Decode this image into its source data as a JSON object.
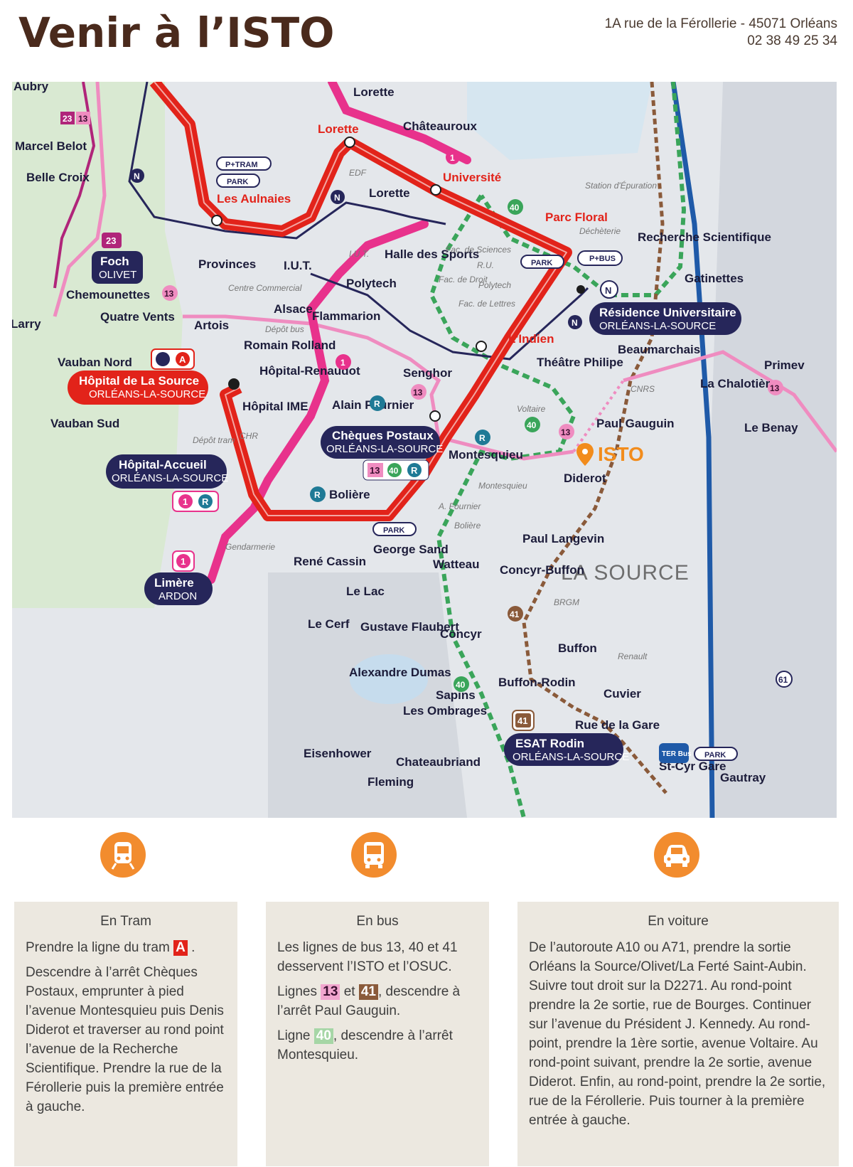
{
  "header": {
    "title": "Venir à l’ISTO",
    "address_line1": "1A rue de la Férollerie - 45071 Orléans",
    "address_line2": "02 38 49 25 34"
  },
  "map": {
    "area_label": "LA SOURCE",
    "isto_label": "ISTO",
    "colors": {
      "tram_red": "#e2231a",
      "line1_pink": "#e8328c",
      "line13_light_pink": "#ef8cc0",
      "line40_green": "#3aa55a",
      "line41_brown": "#8a5a3a",
      "tram_n_navy": "#26265a",
      "rail_blue": "#1f5aa8",
      "isto_orange": "#f28c1c",
      "water": "#cfe3f0",
      "park": "#d8e8d0"
    },
    "stops": {
      "aubry": "Aubry",
      "marcel_belot": "Marcel Belot",
      "belle_croix": "Belle Croix",
      "chemounettes": "Chemounettes",
      "quatre_vents": "Quatre Vents",
      "larry": "Larry",
      "vauban_nord": "Vauban Nord",
      "vauban_sud": "Vauban Sud",
      "provinces": "Provinces",
      "artois": "Artois",
      "alsace": "Alsace",
      "romain_rolland": "Romain Rolland",
      "hopital_renaudot": "Hôpital-Renaudot",
      "hopital_ime": "Hôpital IME",
      "lorette_top": "Lorette",
      "lorette_red": "Lorette",
      "lorette_mid": "Lorette",
      "chateauroux": "Châteauroux",
      "universite": "Université",
      "les_aulnaies": "Les Aulnaies",
      "parc_floral": "Parc Floral",
      "halle_des_sports": "Halle des Sports",
      "iut": "I.U.T.",
      "polytech": "Polytech",
      "flammarion": "Flammarion",
      "senghor": "Senghor",
      "alain_fournier": "Alain Fournier",
      "recherche_scientifique": "Recherche Scientifique",
      "gatinettes": "Gatinettes",
      "beaumarchais": "Beaumarchais",
      "lindien": "L'Indien",
      "theatre_philipe": "Théâtre Philipe",
      "la_chalotiere": "La Chalotière",
      "primev": "Primev",
      "le_benay": "Le Benay",
      "paul_gauguin": "Paul Gauguin",
      "montesquieu": "Montesquieu",
      "diderot": "Diderot",
      "boliere": "Bolière",
      "george_sand": "George Sand",
      "watteau": "Watteau",
      "rene_cassin": "René Cassin",
      "le_lac": "Le Lac",
      "le_cerf": "Le Cerf",
      "gustave_flaubert": "Gustave Flaubert",
      "paul_langevin": "Paul Langevin",
      "concyr_buffon": "Concyr-Buffon",
      "concyr": "Concyr",
      "buffon": "Buffon",
      "buffon_rodin": "Buffon-Rodin",
      "cuvier": "Cuvier",
      "rue_de_la_gare": "Rue de la Gare",
      "st_cyr_gare": "St-Cyr Gare",
      "gautray": "Gautray",
      "alexandre_dumas": "Alexandre Dumas",
      "sapins": "Sapins",
      "les_ombrages": "Les Ombrages",
      "eisenhower": "Eisenhower",
      "chateaubriand": "Chateaubriand",
      "fleming": "Fleming"
    },
    "cards": {
      "foch_title": "Foch",
      "foch_sub": "OLIVET",
      "hopital_source_title": "Hôpital de La Source",
      "hopital_source_sub": "ORLÉANS-LA-SOURCE",
      "hopital_accueil_title": "Hôpital-Accueil",
      "hopital_accueil_sub": "ORLÉANS-LA-SOURCE",
      "limere_title": "Limère",
      "limere_sub": "ARDON",
      "cheques_title": "Chèques Postaux",
      "cheques_sub": "ORLÉANS-LA-SOURCE",
      "residence_title": "Résidence Universitaire",
      "residence_sub": "ORLÉANS-LA-SOURCE",
      "esat_title": "ESAT Rodin",
      "esat_sub": "ORLÉANS-LA-SOURCE"
    },
    "small_labels": {
      "edf": "EDF",
      "centre_commercial": "Centre Commercial",
      "depot_bus": "Dépôt bus",
      "depot_tram": "Dépôt tram",
      "chr": "CHR",
      "cnrs": "CNRS",
      "brgm": "BRGM",
      "renault": "Renault",
      "station_epuration": "Station d'Épuration",
      "decheterie": "Déchèterie",
      "fac_sciences": "Fac. de Sciences",
      "fac_droit": "Fac. de Droit",
      "fac_lettres": "Fac. de Lettres",
      "ru": "R.U.",
      "iut_small": "I.U.T.",
      "polytech_small": "Polytech",
      "voltaire": "Voltaire",
      "montesquieu_small": "Montesquieu",
      "a_fournier": "A. Fournier",
      "boliere_small": "Bolière",
      "gendarmerie": "Gendarmerie",
      "ptram": "P+TRAM",
      "pbus": "P+BUS",
      "vpark": "PARK",
      "ter_bus": "TER Bus"
    },
    "badges": {
      "line1": "1",
      "line13": "13",
      "line23": "23",
      "line40": "40",
      "line41": "41",
      "line61": "61",
      "lineR": "R",
      "lineN": "N",
      "lineA": "A"
    }
  },
  "modes": {
    "tram": {
      "title": "En Tram",
      "text1_before": "Prendre la ligne du tram",
      "text1_after": ".",
      "badge": "A",
      "text2": "Descendre à l’arrêt Chèques Postaux, emprunter à pied l’avenue Montesquieu puis Denis Diderot et traverser au rond point l’avenue de la Recherche Scientifique. Prendre la rue de la Férollerie puis la première entrée à gauche."
    },
    "bus": {
      "title": "En bus",
      "text1": "Les lignes de bus 13, 40 et 41 desservent l’ISTO et l’OSUC.",
      "line_word": "Lignes",
      "badge13": "13",
      "and_word": "et",
      "badge41": "41",
      "text2_after": ", descendre à l’arrêt Paul Gauguin.",
      "line_word2": "Ligne",
      "badge40": "40",
      "text3_after": ", descendre à l’arrêt Montesquieu."
    },
    "car": {
      "title": "En voiture",
      "text": "De l’autoroute A10 ou A71, prendre la sortie Orléans la Source/Olivet/La Ferté Saint-Aubin. Suivre tout droit sur la D2271. Au rond-point prendre la 2e sortie, rue de Bourges. Continuer sur l’avenue du Président J. Kennedy. Au rond-point, prendre la 1ère sortie, avenue Voltaire. Au rond-point suivant, prendre la 2e sortie, avenue Diderot. Enfin, au rond-point, prendre la 2e sortie, rue de la Férollerie. Puis tourner à la première entrée à gauche."
    }
  }
}
